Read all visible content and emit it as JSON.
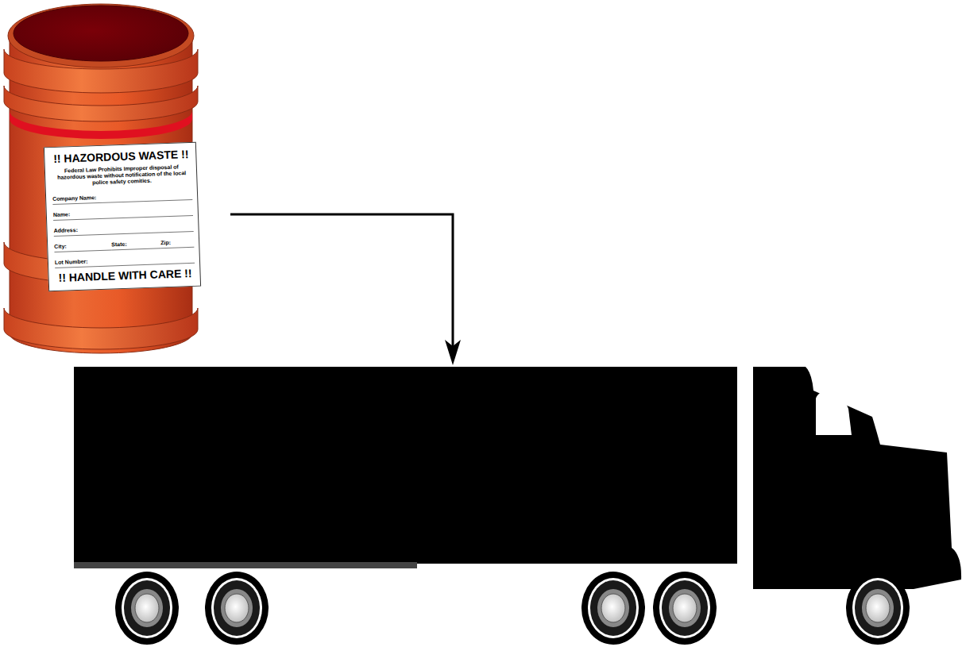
{
  "diagram": {
    "nodes": [
      {
        "text": [
          "!! HAZORDOUS WASTE !!",
          "Federal Law Prohibits Improper disposal of hazordous waste without notification of the local police safety comities.",
          "Company Name:",
          "Name:",
          "Address:",
          "City:",
          "State:",
          "Zip:",
          "Lot Number:",
          "!! HANDLE WITH CARE !!"
        ]
      }
    ]
  }
}
